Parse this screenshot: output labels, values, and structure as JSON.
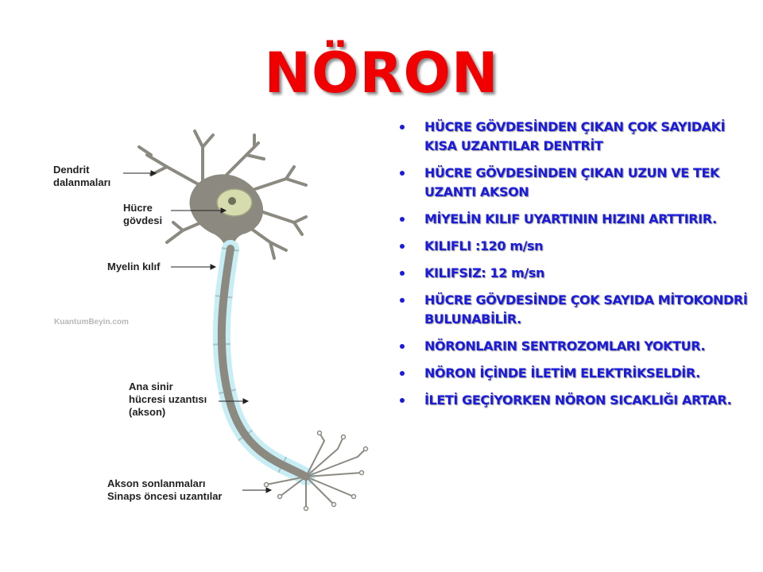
{
  "slide": {
    "title": "NÖRON",
    "bullets": [
      "HÜCRE GÖVDESİNDEN ÇIKAN ÇOK SAYIDAKİ KISA UZANTILAR DENTRİT",
      "HÜCRE GÖVDESİNDEN ÇIKAN UZUN VE TEK UZANTI AKSON",
      "MİYELİN KILIF UYARTININ HIZINI ARTTIRIR.",
      "KILIFLI :120 m/sn",
      "KILIFSIZ: 12 m/sn",
      "HÜCRE GÖVDESİNDE ÇOK SAYIDA MİTOKONDRİ BULUNABİLİR.",
      "NÖRONLARIN SENTROZOMLARI YOKTUR.",
      "NÖRON İÇİNDE İLETİM ELEKTRİKSELDİR.",
      "İLETİ GEÇİYORKEN NÖRON SICAKLIĞI ARTAR."
    ]
  },
  "figure": {
    "labels": {
      "dendrite_1": "Dendrit",
      "dendrite_2": "dalanmaları",
      "body_1": "Hücre",
      "body_2": "gövdesi",
      "myelin": "Myelin kılıf",
      "axon_1": "Ana sinir",
      "axon_2": "hücresi uzantısı",
      "axon_3": "(akson)",
      "terminal_1": "Akson sonlanmaları",
      "terminal_2": "Sinaps öncesi uzantılar"
    },
    "watermark": "KuantumBeyin.com"
  },
  "colors": {
    "title": "#f00000",
    "bullets": "#1b1be0",
    "neuron": "#8c8a80",
    "myelin": "#c7eef5",
    "nucleus": "#d7dcae"
  }
}
